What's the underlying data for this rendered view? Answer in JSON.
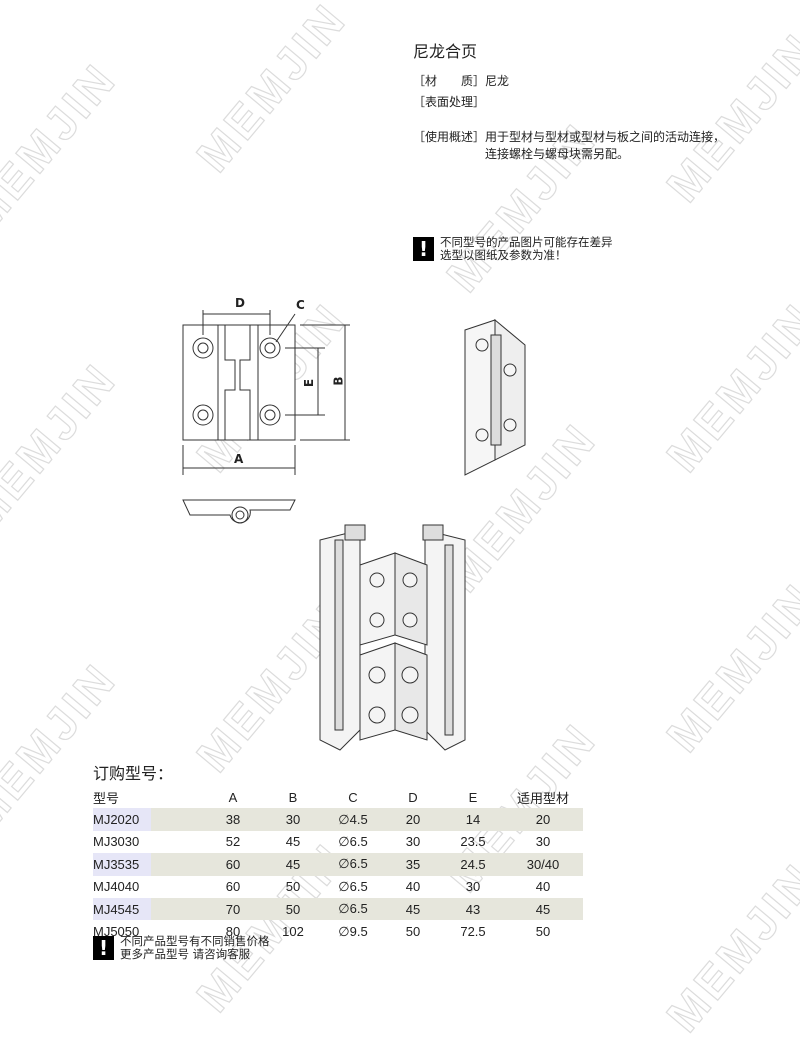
{
  "watermark": "MEMJIN",
  "title": "尼龙合页",
  "specs": [
    {
      "label": "［材　　质］",
      "value": "尼龙"
    },
    {
      "label": "［表面处理］",
      "value": ""
    },
    {
      "label": "［使用概述］",
      "value": "用于型材与型材或型材与板之间的活动连接，",
      "value2": "连接螺栓与螺母块需另配。"
    }
  ],
  "notice1": {
    "icon": "exclamation-icon",
    "line1": "不同型号的产品图片可能存在差异",
    "line2": "选型以图纸及参数为准！"
  },
  "drawing_labels": {
    "A": "A",
    "B": "B",
    "C": "C",
    "D": "D",
    "E": "E"
  },
  "order_title": "订购型号：",
  "table": {
    "headers": [
      "型号",
      "A",
      "B",
      "C",
      "D",
      "E",
      "适用型材"
    ],
    "rows": [
      [
        "MJ2020",
        "38",
        "30",
        "∅4.5",
        "20",
        "14",
        "20"
      ],
      [
        "MJ3030",
        "52",
        "45",
        "∅6.5",
        "30",
        "23.5",
        "30"
      ],
      [
        "MJ3535",
        "60",
        "45",
        "∅6.5",
        "35",
        "24.5",
        "30/40"
      ],
      [
        "MJ4040",
        "60",
        "50",
        "∅6.5",
        "40",
        "30",
        "40"
      ],
      [
        "MJ4545",
        "70",
        "50",
        "∅6.5",
        "45",
        "43",
        "45"
      ],
      [
        "MJ5050",
        "80",
        "102",
        "∅9.5",
        "50",
        "72.5",
        "50"
      ]
    ]
  },
  "notice2": {
    "icon": "exclamation-icon",
    "line1": "不同产品型号有不同销售价格",
    "line2": "更多产品型号  请咨询客服"
  }
}
